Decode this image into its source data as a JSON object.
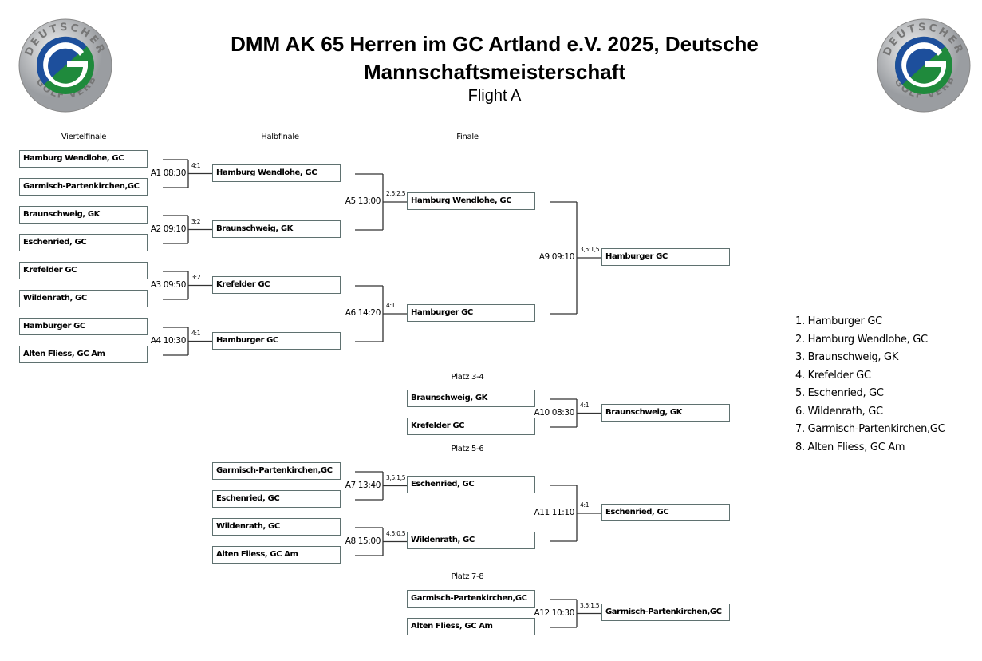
{
  "header": {
    "title": "DMM AK 65 Herren im GC Artland e.V. 2025, Deutsche Mannschaftsmeisterschaft",
    "subtitle": "Flight A",
    "logo_text": "DEUTSCHER GOLF VERBAND",
    "logo_colors": {
      "blue": "#1d4f9c",
      "green": "#1f8a3c",
      "silver": "#b9bcc0"
    }
  },
  "columns": {
    "quarterfinal": "Viertelfinale",
    "semifinal": "Halbfinale",
    "final": "Finale"
  },
  "sections": {
    "p34": "Platz 3-4",
    "p56": "Platz 5-6",
    "p78": "Platz 7-8"
  },
  "quarterfinal_teams": [
    "Hamburg Wendlohe, GC",
    "Garmisch-Partenkirchen,GC",
    "Braunschweig, GK",
    "Eschenried, GC",
    "Krefelder GC",
    "Wildenrath, GC",
    "Hamburger GC",
    "Alten Fliess, GC Am"
  ],
  "semifinal_teams": [
    "Hamburg Wendlohe, GC",
    "Braunschweig, GK",
    "Krefelder GC",
    "Hamburger GC"
  ],
  "final_teams": [
    "Hamburg Wendlohe, GC",
    "Hamburger GC"
  ],
  "champion": "Hamburger GC",
  "p34_teams": [
    "Braunschweig, GK",
    "Krefelder GC"
  ],
  "p34_winner": "Braunschweig, GK",
  "p56_semifinal_teams": [
    "Garmisch-Partenkirchen,GC",
    "Eschenried, GC",
    "Wildenrath, GC",
    "Alten Fliess, GC Am"
  ],
  "p56_final_teams": [
    "Eschenried, GC",
    "Wildenrath, GC"
  ],
  "p56_winner": "Eschenried, GC",
  "p78_teams": [
    "Garmisch-Partenkirchen,GC",
    "Alten Fliess, GC Am"
  ],
  "p78_winner": "Garmisch-Partenkirchen,GC",
  "matches": [
    {
      "label": "A1 08:30",
      "score": "4:1"
    },
    {
      "label": "A2 09:10",
      "score": "3:2"
    },
    {
      "label": "A3 09:50",
      "score": "3:2"
    },
    {
      "label": "A4 10:30",
      "score": "4:1"
    },
    {
      "label": "A5 13:00",
      "score": "2,5:2,5"
    },
    {
      "label": "A6 14:20",
      "score": "4:1"
    },
    {
      "label": "A7 13:40",
      "score": "3,5:1,5"
    },
    {
      "label": "A8 15:00",
      "score": "4,5:0,5"
    },
    {
      "label": "A9 09:10",
      "score": "3,5:1,5"
    },
    {
      "label": "A10 08:30",
      "score": "4:1"
    },
    {
      "label": "A11 11:10",
      "score": "4:1"
    },
    {
      "label": "A12 10:30",
      "score": "3,5:1,5"
    }
  ],
  "ranking": [
    "1. Hamburger GC",
    "2. Hamburg Wendlohe, GC",
    "3. Braunschweig, GK",
    "4. Krefelder GC",
    "5. Eschenried, GC",
    "6. Wildenrath, GC",
    "7. Garmisch-Partenkirchen,GC",
    "8. Alten Fliess, GC Am"
  ]
}
